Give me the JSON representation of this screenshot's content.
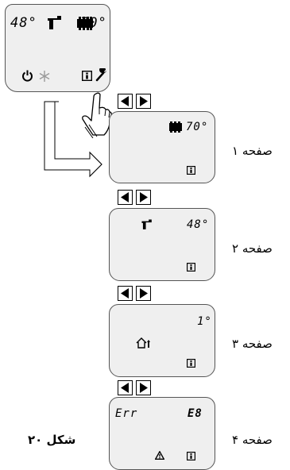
{
  "main_panel": {
    "dhw_temp": "48°",
    "heating_temp": "70°"
  },
  "pages": [
    {
      "caption": "صفحه ۱",
      "temp": "70°"
    },
    {
      "caption": "صفحه ۲",
      "temp": "48°"
    },
    {
      "caption": "صفحه ۳",
      "value": "1°"
    },
    {
      "caption": "صفحه ۴",
      "err_label": "Err",
      "err_code": "E8"
    }
  ],
  "figure_label": "شکل ۲۰",
  "icons": [
    "power-icon",
    "snowflake-icon",
    "info-icon",
    "wrench-icon",
    "faucet-icon",
    "radiator-icon",
    "house-icon",
    "warning-icon",
    "hand-pointer-icon",
    "left-arrow-icon",
    "right-arrow-icon"
  ],
  "colors": {
    "lcd_background": "#efefef",
    "lcd_border": "#555555",
    "accent_snowflake": "#9a9a9a"
  }
}
